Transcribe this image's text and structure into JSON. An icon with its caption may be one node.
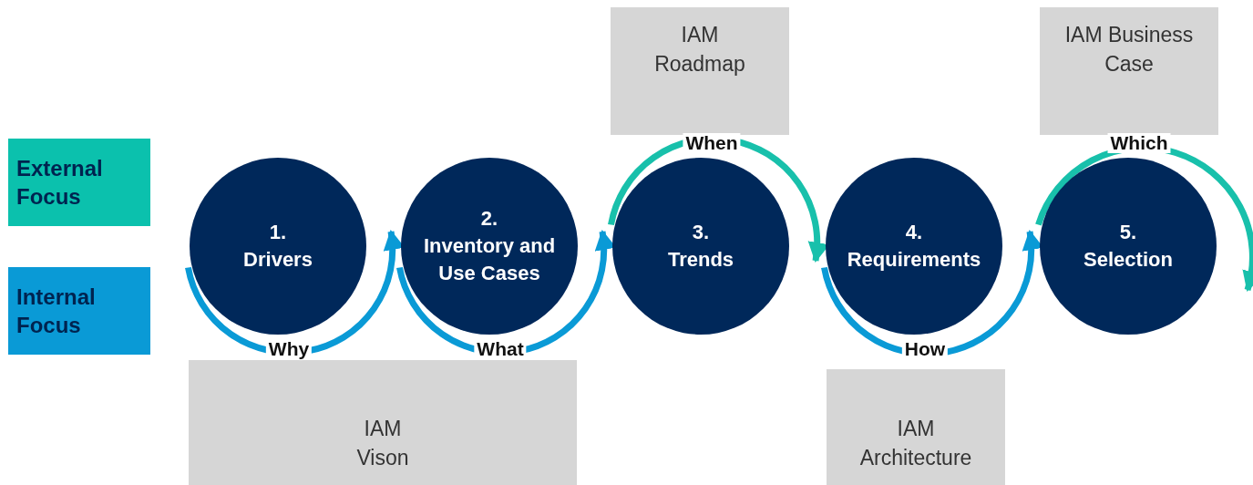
{
  "diagram": {
    "nodes": [
      {
        "text": [
          "External Focus"
        ]
      },
      {
        "text": [
          "Internal Focus"
        ]
      },
      {
        "text": [
          "1.",
          "Drivers"
        ]
      },
      {
        "text": [
          "2.",
          "Inventory and Use Cases"
        ]
      },
      {
        "text": [
          "3.",
          "Trends"
        ]
      },
      {
        "text": [
          "4.",
          "Requirements"
        ]
      },
      {
        "text": [
          "5.",
          "Selection"
        ]
      },
      {
        "text": [
          "IAM Vison"
        ]
      },
      {
        "text": [
          "IAM Roadmap"
        ]
      },
      {
        "text": [
          "IAM Architecture"
        ]
      },
      {
        "text": [
          "IAM Business Case"
        ]
      }
    ],
    "edges": [
      {
        "from": 2,
        "to": 3,
        "arrow": "to",
        "label": "Why"
      },
      {
        "from": 3,
        "to": 4,
        "arrow": "to",
        "label": "What"
      },
      {
        "from": 4,
        "to": 5,
        "arrow": "to",
        "label": "When",
        "color": "#18c0ab"
      },
      {
        "from": 5,
        "to": 6,
        "arrow": "to",
        "label": "How"
      },
      {
        "from": 6,
        "to": 6,
        "arrow": "to",
        "label": "Which",
        "color": "#18c0ab"
      }
    ]
  }
}
